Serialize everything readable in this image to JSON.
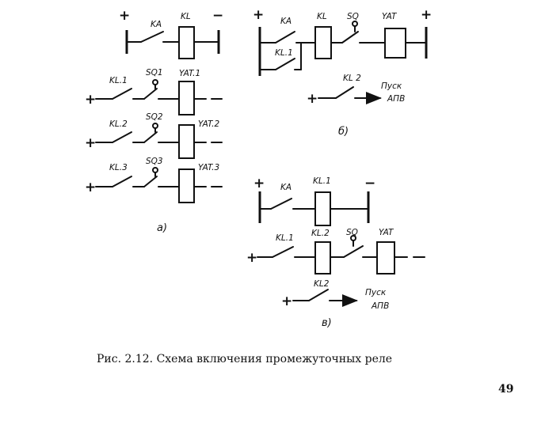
{
  "caption": "Рис. 2.12. Схема включения промежуточных реле",
  "page_number": "49",
  "signs": {
    "plus": "+",
    "minus": "−"
  },
  "diagram_a": {
    "sublabel": "а)",
    "coil_KL": "KL",
    "contact_KA": "KA",
    "rows": [
      {
        "contact": "KL.1",
        "switch": "SQ1",
        "coil": "YAT.1"
      },
      {
        "contact": "KL.2",
        "switch": "SQ2",
        "coil": "YAT.2"
      },
      {
        "contact": "KL.3",
        "switch": "SQ3",
        "coil": "YAT.3"
      }
    ]
  },
  "diagram_b": {
    "sublabel": "б)",
    "contact_KA": "KA",
    "contact_self": "KL.1",
    "coil_KL": "KL",
    "switch": "SQ",
    "coil_YAT": "YAT",
    "contact_KL2": "KL 2",
    "start_1": "Пуск",
    "start_2": "АПВ"
  },
  "diagram_v": {
    "sublabel": "в)",
    "contact_KA": "KA",
    "coil_KL1": "KL.1",
    "contact_KL1": "KL.1",
    "coil_KL2": "KL.2",
    "switch": "SQ",
    "coil_YAT": "YAT",
    "contact_KL2": "KL2",
    "start_1": "Пуск",
    "start_2": "АПВ"
  }
}
